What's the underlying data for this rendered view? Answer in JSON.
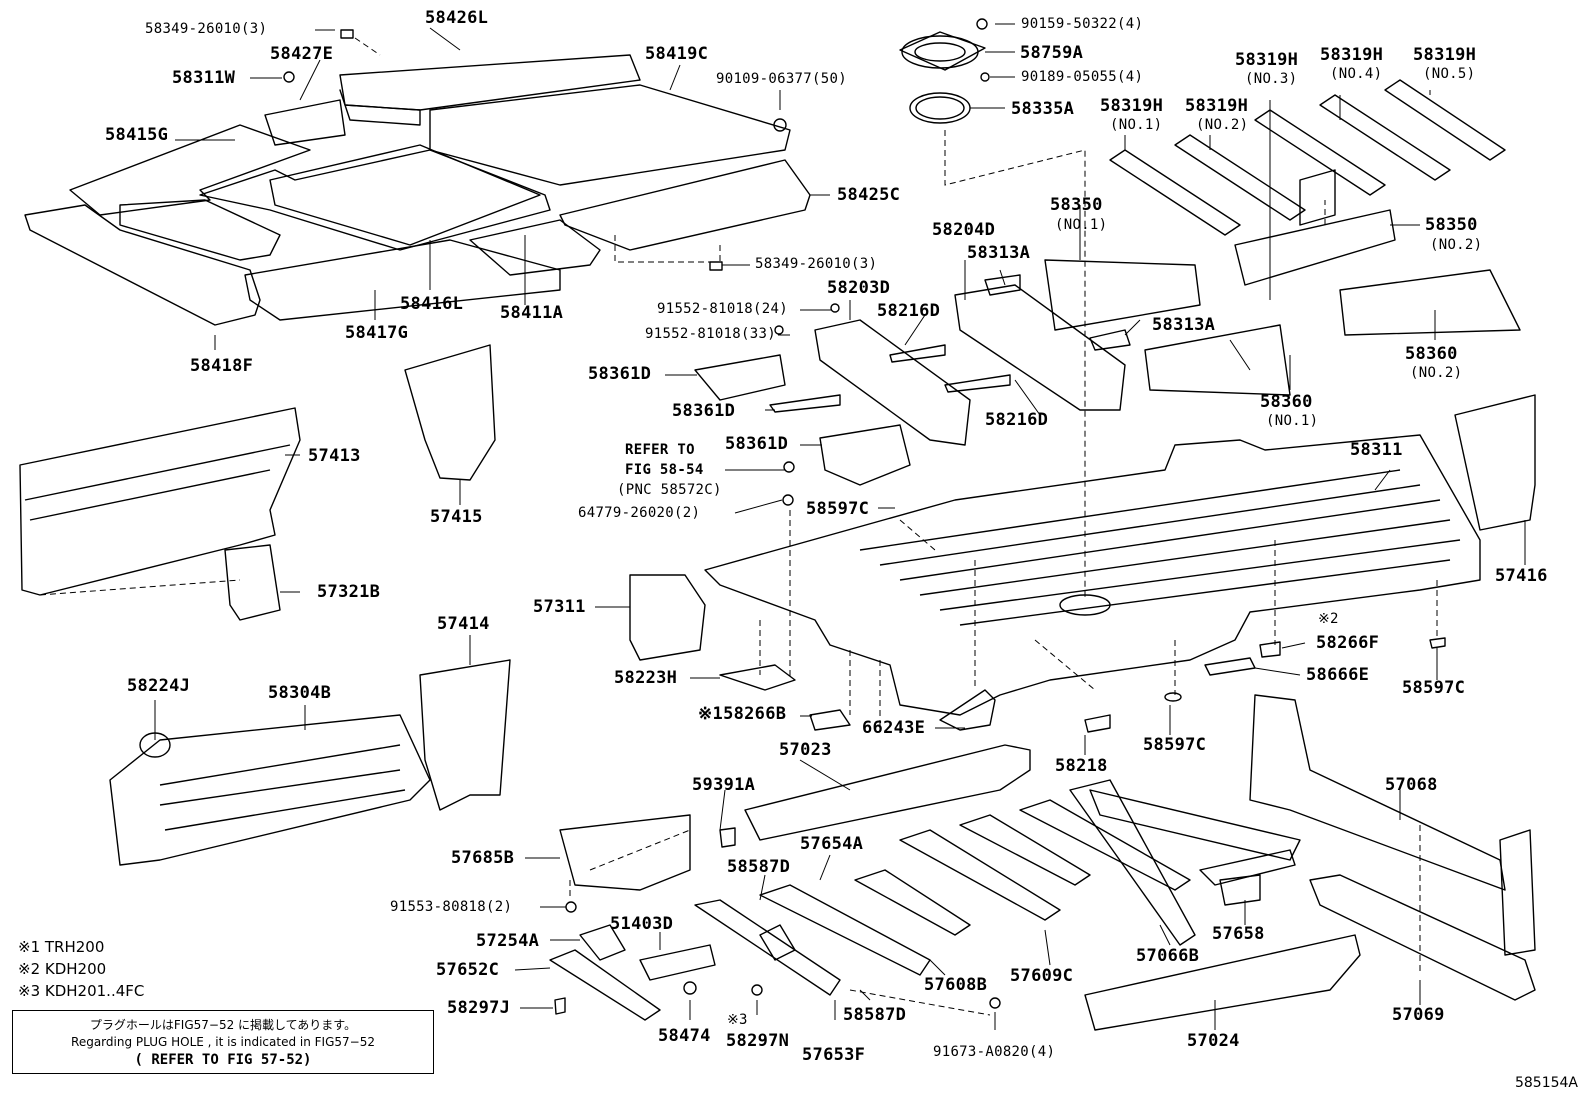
{
  "labels": {
    "p58349_26010_top": "58349-26010(3)",
    "p58426L": "58426L",
    "p58427E": "58427E",
    "p58311W": "58311W",
    "p58419C": "58419C",
    "p90109_06377": "90109-06377(50)",
    "p58415G": "58415G",
    "p58425C": "58425C",
    "p58349_26010_bot": "58349-26010(3)",
    "p58416L": "58416L",
    "p58417G": "58417G",
    "p58411A": "58411A",
    "p58418F": "58418F",
    "p90159_50322": "90159-50322(4)",
    "p58759A": "58759A",
    "p90189_05055": "90189-05055(4)",
    "p58335A": "58335A",
    "p58319H_3": "58319H",
    "p58319H_4": "58319H",
    "p58319H_5": "58319H",
    "p58319H_1": "58319H",
    "p58319H_2": "58319H",
    "p58204D": "58204D",
    "p58350_1": "58350",
    "p58350_2": "58350",
    "p58313A_top": "58313A",
    "p58313A_mid": "58313A",
    "p58203D": "58203D",
    "p58216D_top": "58216D",
    "p58216D_bot": "58216D",
    "p91552_81018_24": "91552-81018(24)",
    "p91552_81018_33": "91552-81018(33)",
    "p58361D_1": "58361D",
    "p58361D_2": "58361D",
    "p58361D_3": "58361D",
    "p58360_1": "58360",
    "p58360_2": "58360",
    "p57413": "57413",
    "p57415": "57415",
    "p57321B": "57321B",
    "p58311": "58311",
    "p57416": "57416",
    "refer1": "REFER TO",
    "refer2": "FIG 58-54",
    "refer3": "(PNC 58572C)",
    "p64779_26020": "64779-26020(2)",
    "p58597C_top": "58597C",
    "p57311": "57311",
    "p58266F": "58266F",
    "p58266F_mark": "※2",
    "p58666E": "58666E",
    "p58597C_right": "58597C",
    "p57414": "57414",
    "p58224J": "58224J",
    "p58304B": "58304B",
    "p58223H": "58223H",
    "p58266B": "※158266B",
    "p66243E": "66243E",
    "p58597C_low": "58597C",
    "p58218": "58218",
    "p57023": "57023",
    "p59391A": "59391A",
    "p57068": "57068",
    "p57685B": "57685B",
    "p57654A": "57654A",
    "p58587D_top": "58587D",
    "p91553_80818": "91553-80818(2)",
    "p57254A": "57254A",
    "p51403D": "51403D",
    "p57652C": "57652C",
    "p58297J": "58297J",
    "p58474": "58474",
    "p58297N": "58297N",
    "p58297N_mark": "※3",
    "p57653F": "57653F",
    "p58587D_bot": "58587D",
    "p91673_A0820": "91673-A0820(4)",
    "p57608B": "57608B",
    "p57609C": "57609C",
    "p57066B": "57066B",
    "p57658": "57658",
    "p57024": "57024",
    "p57069": "57069"
  },
  "sublabels": {
    "no3": "(NO.3)",
    "no4": "(NO.4)",
    "no5": "(NO.5)",
    "no1_h": "(NO.1)",
    "no2_h": "(NO.2)",
    "no1_350": "(NO.1)",
    "no2_350": "(NO.2)",
    "no1_360": "(NO.1)",
    "no2_360": "(NO.2)"
  },
  "notes": {
    "n1": "※1 TRH200",
    "n2": "※2 KDH200",
    "n3": "※3 KDH201..4FC"
  },
  "notebox": {
    "line1": "プラグホールはFIG57−52 に掲載してあります。",
    "line2": "Regarding PLUG HOLE , it is indicated in FIG57−52",
    "line3": "( REFER TO FIG 57-52)"
  },
  "figure_id": "585154A"
}
